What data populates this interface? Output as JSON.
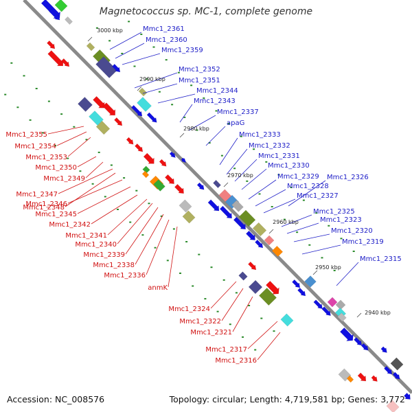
{
  "title": "Magnetococcus sp. MC-1, complete genome",
  "footer": {
    "accession": "Accession: NC_008576",
    "summary": "Topology: circular; Length: 4,719,581 bp; Genes: 3,772"
  },
  "colors": {
    "backbone": "#8a8a8a",
    "forward_label": "#2020c8",
    "reverse_label": "#d01010",
    "tick": "#2a8a2a"
  },
  "kbp_ticks": [
    "3000 kbp",
    "2990 kbp",
    "2980 kbp",
    "2970 kbp",
    "2960 kbp",
    "2950 kbp",
    "2940 kbp"
  ],
  "forward_labels": [
    "Mmc1_2361",
    "Mmc1_2360",
    "Mmc1_2359",
    "Mmc1_2352",
    "Mmc1_2351",
    "Mmc1_2344",
    "Mmc1_2343",
    "Mmc1_2337",
    "apaG",
    "Mmc1_2333",
    "Mmc1_2332",
    "Mmc1_2331",
    "Mmc1_2330",
    "Mmc1_2329",
    "Mmc1_2328",
    "Mmc1_2327",
    "Mmc1_2326",
    "Mmc1_2325",
    "Mmc1_2323",
    "Mmc1_2320",
    "Mmc1_2319",
    "Mmc1_2315"
  ],
  "reverse_labels": [
    "Mmc1_2355",
    "Mmc1_2354",
    "Mmc1_2353",
    "Mmc1_2350",
    "Mmc1_2349",
    "Mmc1_2347",
    "Mmc1_2346",
    "Mmc1_2348",
    "Mmc1_2345",
    "Mmc1_2342",
    "Mmc1_2341",
    "Mmc1_2340",
    "Mmc1_2339",
    "Mmc1_2338",
    "Mmc1_2336",
    "anmK",
    "Mmc1_2324",
    "Mmc1_2322",
    "Mmc1_2321",
    "Mmc1_2317",
    "Mmc1_2316"
  ]
}
